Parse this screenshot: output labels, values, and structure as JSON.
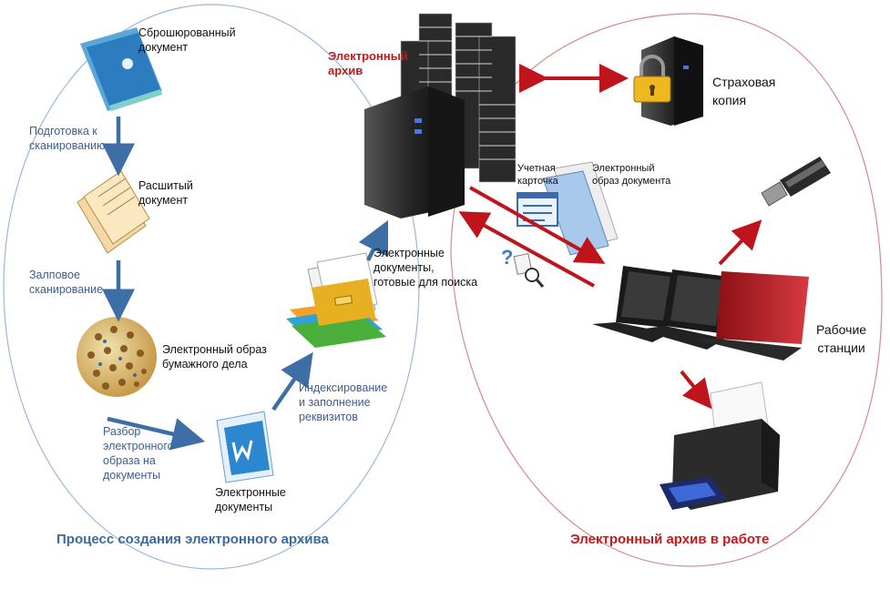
{
  "left_section": {
    "caption": "Процесс создания электронного архива",
    "caption_color": "#3b6aa0",
    "steps": [
      {
        "icon": "folder-document-icon",
        "label": "Сброшюрованный\nдокумент"
      },
      {
        "icon": "paper-stack-icon",
        "label": "Расшитый\nдокумент"
      },
      {
        "icon": "image-sphere-icon",
        "label": "Электронный образ\nбумажного дела"
      },
      {
        "icon": "electronic-document-icon",
        "label": "Электронные\nдокументы"
      },
      {
        "icon": "file-cabinet-icon",
        "label": "Электронные\nдокументы,\nготовые для поиска"
      }
    ],
    "transitions": {
      "prep_scan": "Подготовка к\nсканированию",
      "batch_scan": "Залповое\nсканирование",
      "parse_image": "Разбор\nэлектронного\nобраза на\nдокументы",
      "indexing": "Индексирование\nи заполнение\nреквизитов"
    }
  },
  "archive": {
    "label": "Электронный\nархив",
    "label_color": "#c41a1a",
    "icon": "server-tower-icon"
  },
  "right_section": {
    "caption": "Электронный архив в работе",
    "caption_color": "#c41a1a",
    "backup": {
      "icon": "locked-server-icon",
      "label": "Страховая\nкопия"
    },
    "card": {
      "icon": "record-card-icon",
      "label": "Учетная\nкарточка"
    },
    "image_doc": {
      "label": "Электронный\nобраз документа"
    },
    "search": {
      "icon": "search-question-icon"
    },
    "workstations": {
      "icon": "laptops-icon",
      "label": "Рабочие\nстанции"
    },
    "usb": {
      "icon": "usb-drive-icon"
    },
    "printer": {
      "icon": "printer-icon"
    }
  },
  "colors": {
    "flow_arrow": "#3d6ea6",
    "work_arrow": "#c0141c",
    "left_ellipse": "#9ab8d8",
    "right_ellipse": "#d98a8a"
  }
}
